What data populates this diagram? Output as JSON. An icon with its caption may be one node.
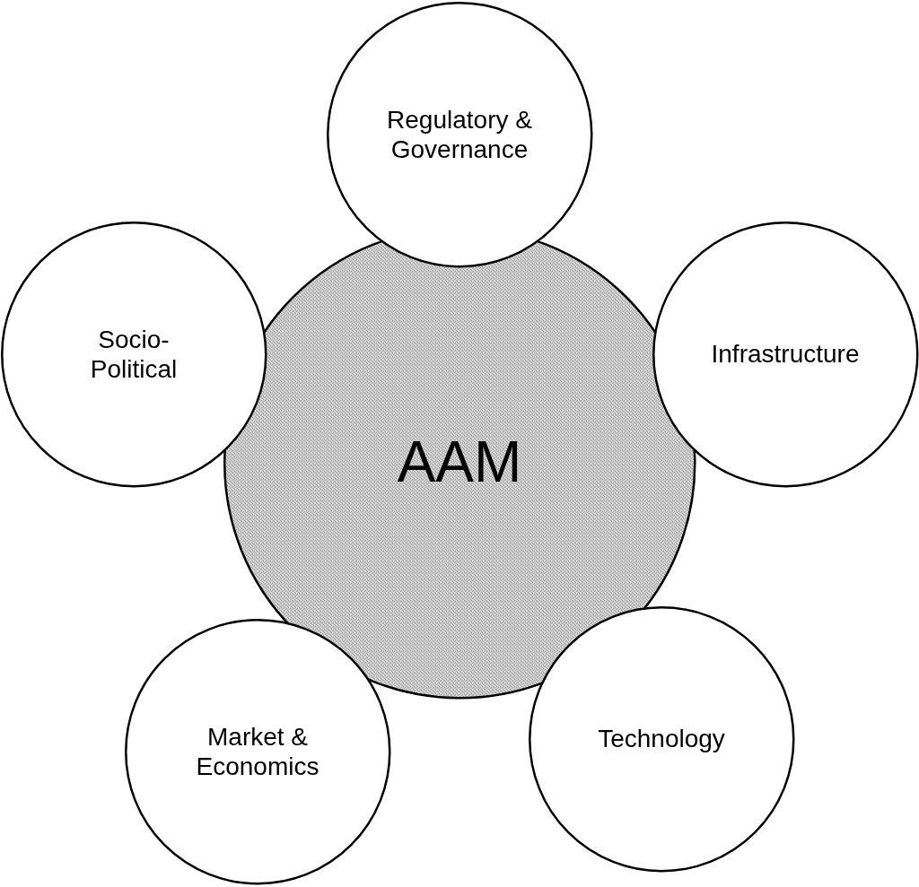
{
  "diagram": {
    "nodes": [
      {
        "text": [
          "Regulatory & Governance"
        ]
      },
      {
        "text": [
          "Socio-Political"
        ]
      },
      {
        "text": [
          "Infrastructure"
        ]
      },
      {
        "text": [
          "AAM"
        ]
      },
      {
        "text": [
          "Market & Economics"
        ]
      },
      {
        "text": [
          "Technology"
        ]
      }
    ]
  }
}
